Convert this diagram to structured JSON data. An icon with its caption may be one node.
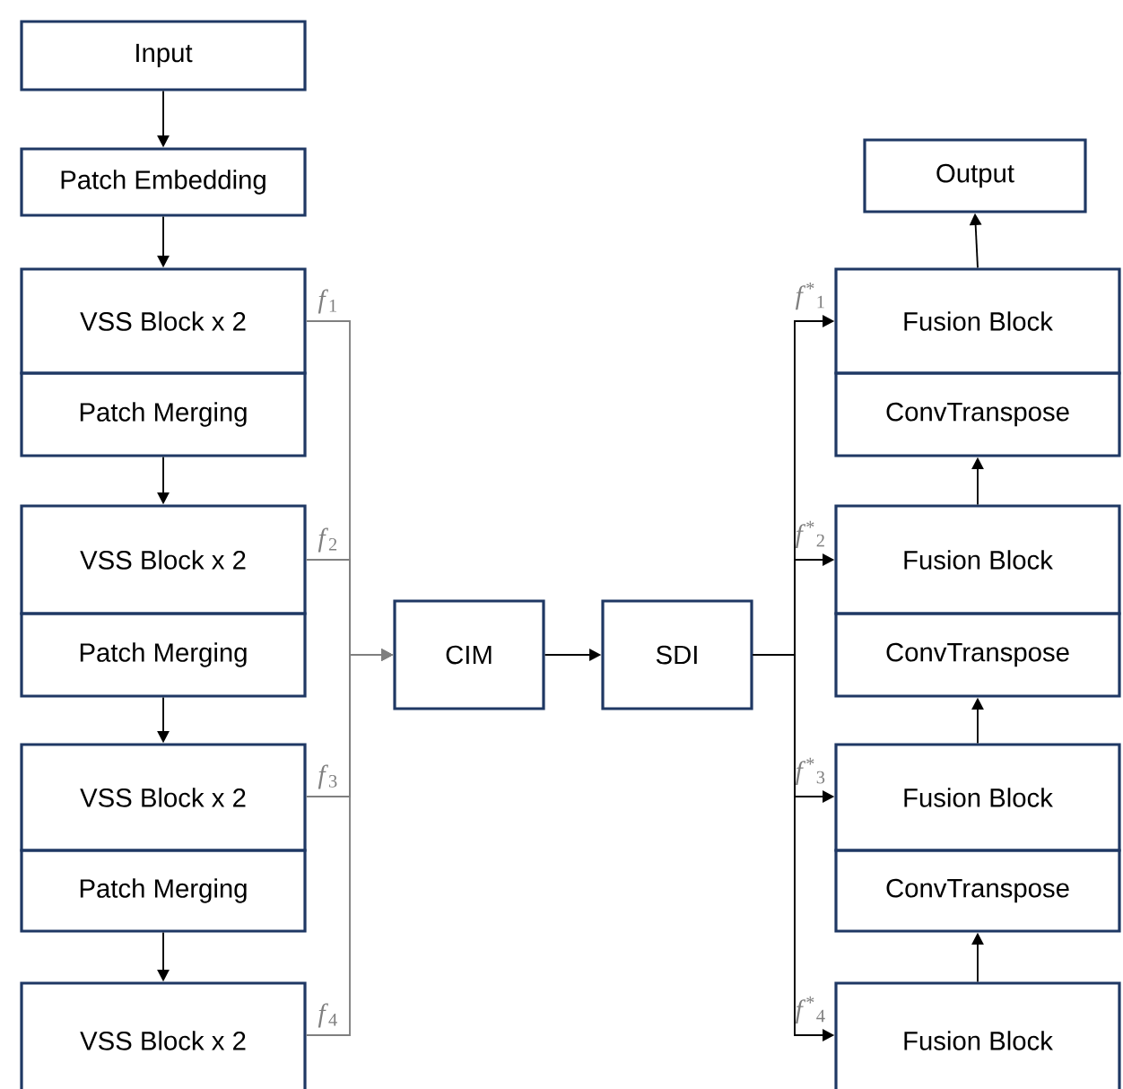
{
  "diagram": {
    "nodes": [
      {
        "text": [
          "Input"
        ]
      },
      {
        "text": [
          "Patch Embedding"
        ]
      },
      {
        "text": [
          "VSS Block x 2"
        ]
      },
      {
        "text": [
          "Patch Merging"
        ]
      },
      {
        "text": [
          "VSS Block x 2"
        ]
      },
      {
        "text": [
          "Patch Merging"
        ]
      },
      {
        "text": [
          "VSS Block x 2"
        ]
      },
      {
        "text": [
          "Patch Merging"
        ]
      },
      {
        "text": [
          "VSS Block x 2"
        ]
      },
      {
        "text": [
          "CIM"
        ]
      },
      {
        "text": [
          "SDI"
        ]
      },
      {
        "text": [
          "Output"
        ]
      },
      {
        "text": [
          "Fusion Block"
        ]
      },
      {
        "text": [
          "ConvTranspose"
        ]
      },
      {
        "text": [
          "Fusion Block"
        ]
      },
      {
        "text": [
          "ConvTranspose"
        ]
      },
      {
        "text": [
          "Fusion Block"
        ]
      },
      {
        "text": [
          "ConvTranspose"
        ]
      },
      {
        "text": [
          "Fusion Block"
        ]
      }
    ],
    "edges": [
      {
        "from": 0,
        "to": 1,
        "arrow": "to"
      },
      {
        "from": 1,
        "to": 2,
        "arrow": "to"
      },
      {
        "from": 3,
        "to": 4,
        "arrow": "to"
      },
      {
        "from": 5,
        "to": 6,
        "arrow": "to"
      },
      {
        "from": 7,
        "to": 8,
        "arrow": "to"
      },
      {
        "from": 2,
        "to": 9,
        "arrow": "to",
        "label": "*f*$_{1}$",
        "color": "#7f7f7f"
      },
      {
        "from": 4,
        "to": 9,
        "arrow": "to",
        "label": "*f*$_{2}$",
        "color": "#7f7f7f"
      },
      {
        "from": 6,
        "to": 9,
        "arrow": "to",
        "label": "*f*$_{3}$",
        "color": "#7f7f7f"
      },
      {
        "from": 8,
        "to": 9,
        "arrow": "to",
        "label": "*f*$_{4}$",
        "color": "#7f7f7f"
      },
      {
        "from": 9,
        "to": 10,
        "arrow": "to"
      },
      {
        "from": 10,
        "to": 12,
        "arrow": "to",
        "label": "*f*$^{*}$$_{1}$"
      },
      {
        "from": 10,
        "to": 14,
        "arrow": "to",
        "label": "*f*$^{*}$$_{2}$"
      },
      {
        "from": 10,
        "to": 16,
        "arrow": "to",
        "label": "*f*$^{*}$$_{3}$"
      },
      {
        "from": 10,
        "to": 18,
        "arrow": "to",
        "label": "*f*$^{*}$$_{4}$"
      },
      {
        "from": 18,
        "to": 17,
        "arrow": "to"
      },
      {
        "from": 16,
        "to": 15,
        "arrow": "to"
      },
      {
        "from": 14,
        "to": 13,
        "arrow": "to"
      },
      {
        "from": 12,
        "to": 11,
        "arrow": "to"
      }
    ]
  }
}
